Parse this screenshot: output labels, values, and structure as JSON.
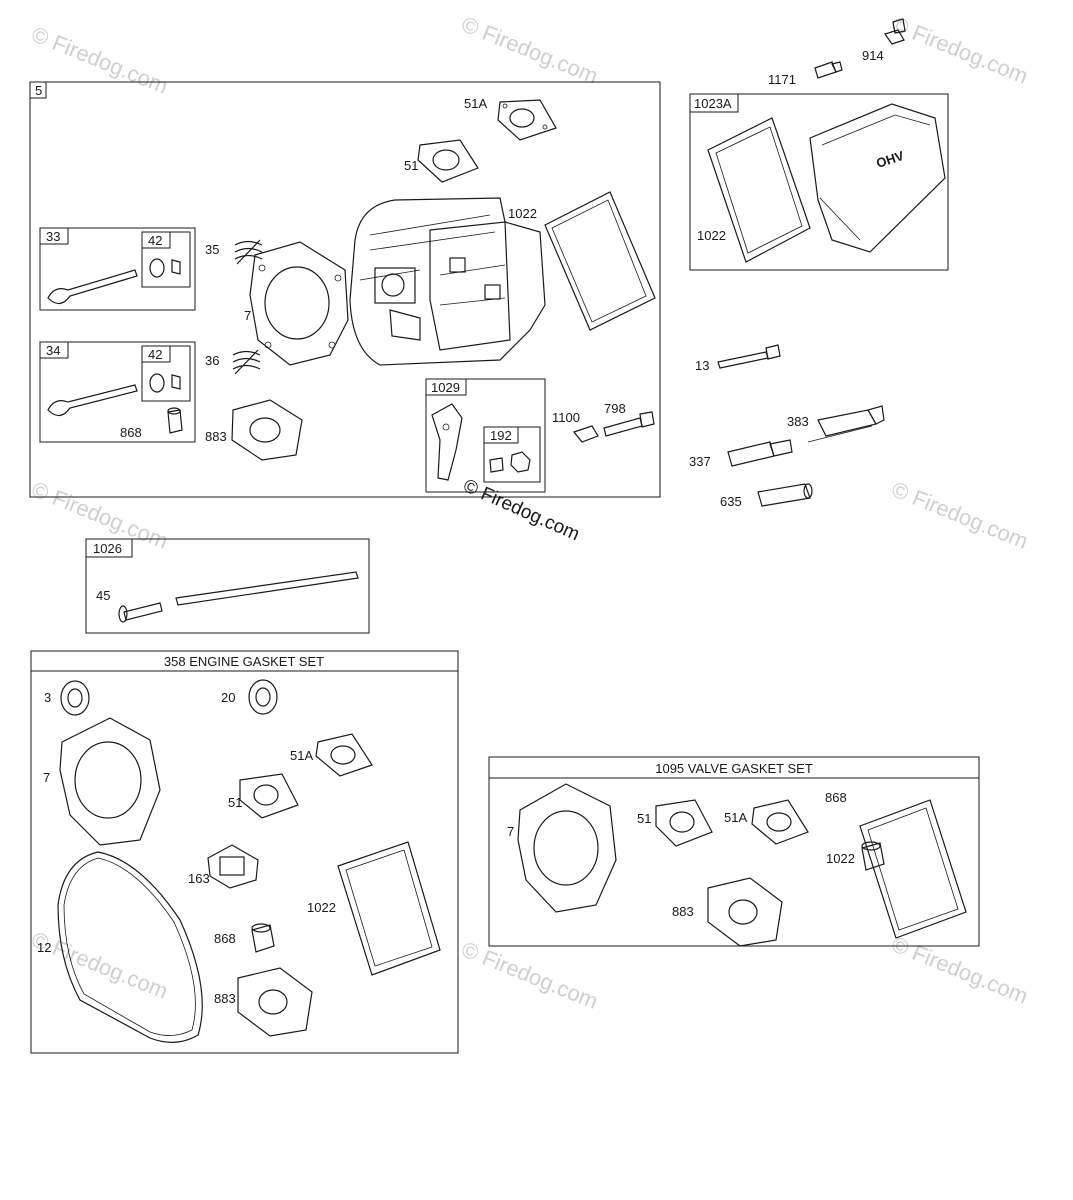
{
  "watermark": {
    "text": "© Firedog.com",
    "main_text": "© Firedog.com"
  },
  "boxes": {
    "main_assembly": "5",
    "intake_valve": "33",
    "exhaust_valve": "34",
    "retainer_intake": "42",
    "retainer_exhaust": "42",
    "rocker_arm": "1029",
    "rocker_nut": "192",
    "valve_cover": "1023A",
    "pushrod": "1026",
    "engine_gasket_set": "358 ENGINE GASKET SET",
    "valve_gasket_set": "1095 VALVE GASKET SET"
  },
  "labels": {
    "p51A_top": "51A",
    "p51_top": "51",
    "p1022_main": "1022",
    "p35": "35",
    "p7_main": "7",
    "p36": "36",
    "p868_main": "868",
    "p883_main": "883",
    "p1100": "1100",
    "p798": "798",
    "p1171": "1171",
    "p914": "914",
    "p1022_cover": "1022",
    "p13": "13",
    "p383": "383",
    "p337": "337",
    "p635": "635",
    "p45": "45",
    "eg_3": "3",
    "eg_20": "20",
    "eg_7": "7",
    "eg_51A": "51A",
    "eg_51": "51",
    "eg_163": "163",
    "eg_1022": "1022",
    "eg_12": "12",
    "eg_868": "868",
    "eg_883": "883",
    "vg_7": "7",
    "vg_51": "51",
    "vg_51A": "51A",
    "vg_868": "868",
    "vg_1022": "1022",
    "vg_883": "883"
  },
  "cover_text": "OHV"
}
